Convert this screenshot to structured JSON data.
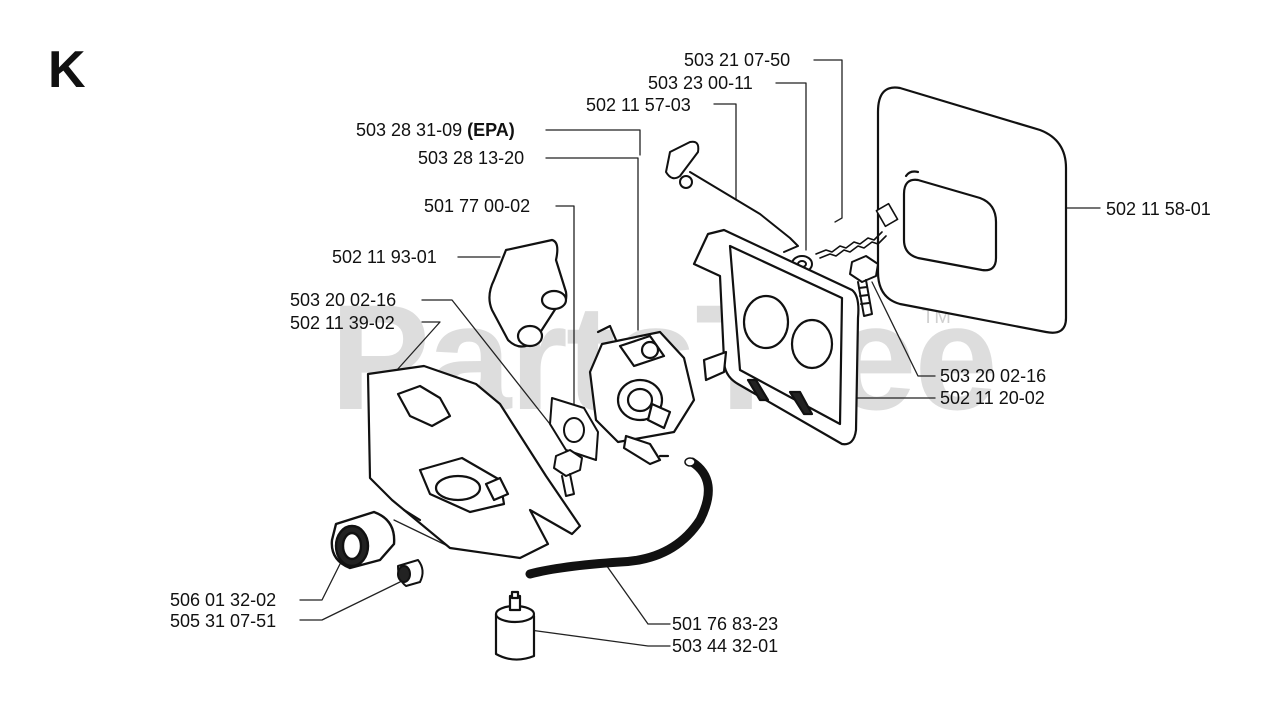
{
  "section_letter": "K",
  "watermark": {
    "text": "PartsTree",
    "tm": "TM"
  },
  "labels": {
    "p1": "503 21 07-50",
    "p2": "503 23 00-11",
    "p3": "502 11 57-03",
    "p4_num": "503 28 31-09",
    "p4_tag": "(EPA)",
    "p5": "503 28 13-20",
    "p6": "501 77 00-02",
    "p7": "502 11 93-01",
    "p8": "503 20 02-16",
    "p9": "502 11 39-02",
    "p10": "502 11 58-01",
    "p11": "503 20 02-16",
    "p12": "502 11 20-02",
    "p13": "506 01 32-02",
    "p14": "505 31 07-51",
    "p15": "501 76 83-23",
    "p16": "503 44 32-01"
  }
}
